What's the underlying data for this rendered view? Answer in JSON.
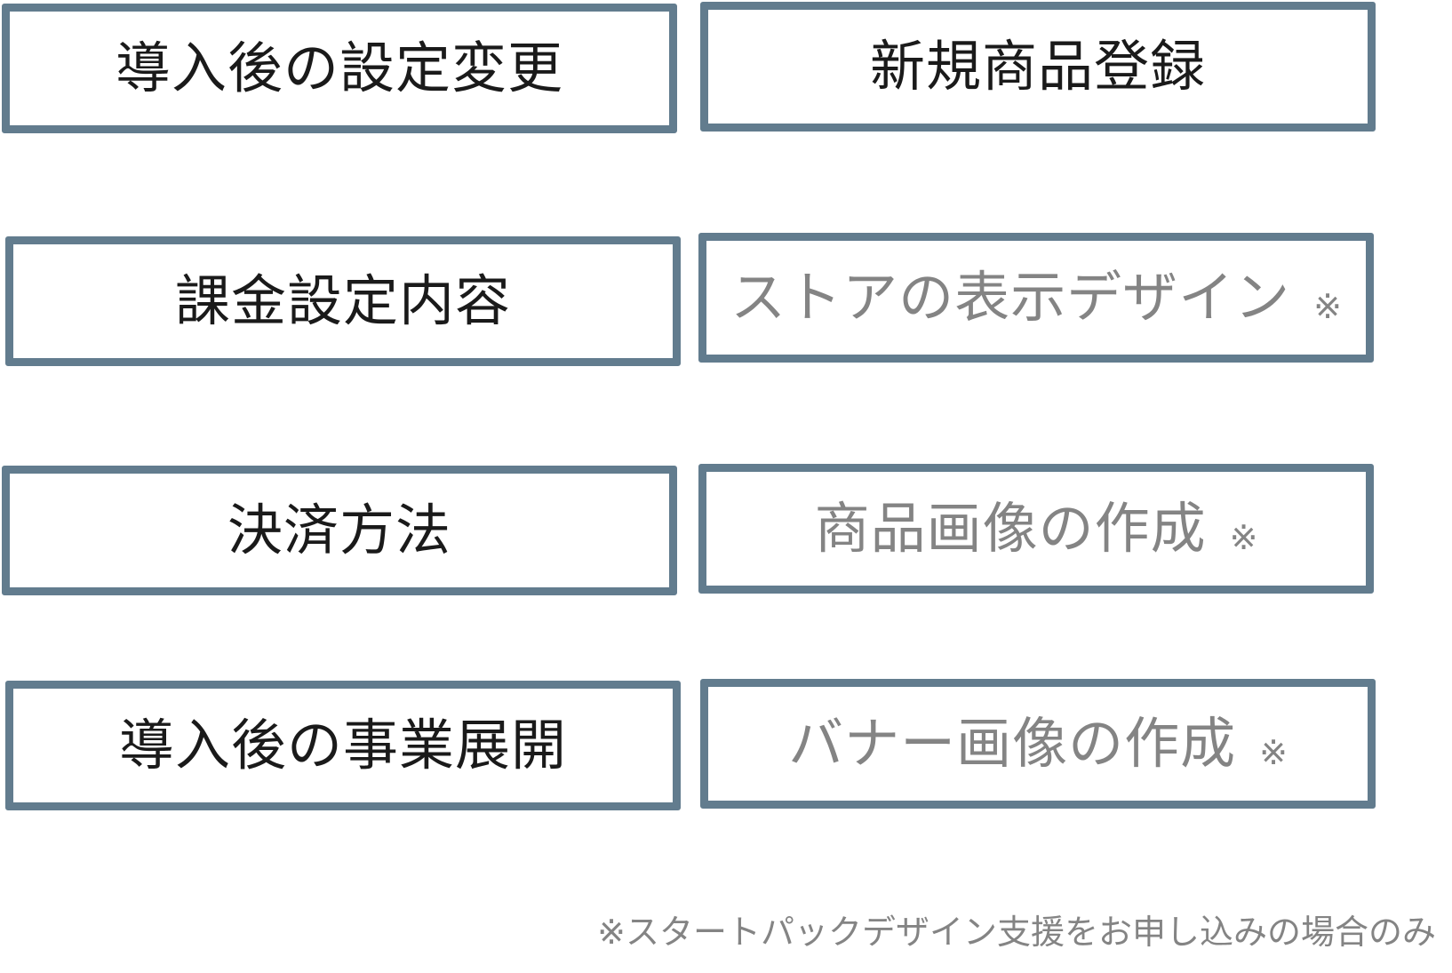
{
  "colors": {
    "box_border": "#627c8e",
    "text_dark": "#1a1a1a",
    "text_muted": "#848484"
  },
  "left_boxes": [
    {
      "label": "導入後の設定変更"
    },
    {
      "label": "課金設定内容"
    },
    {
      "label": "決済方法"
    },
    {
      "label": "導入後の事業展開"
    }
  ],
  "right_boxes": [
    {
      "label": "新規商品登録",
      "mark": ""
    },
    {
      "label": "ストアの表示デザイン",
      "mark": "※"
    },
    {
      "label": "商品画像の作成",
      "mark": "※"
    },
    {
      "label": "バナー画像の作成",
      "mark": "※"
    }
  ],
  "footnote": "※スタートパックデザイン支援をお申し込みの場合のみ"
}
